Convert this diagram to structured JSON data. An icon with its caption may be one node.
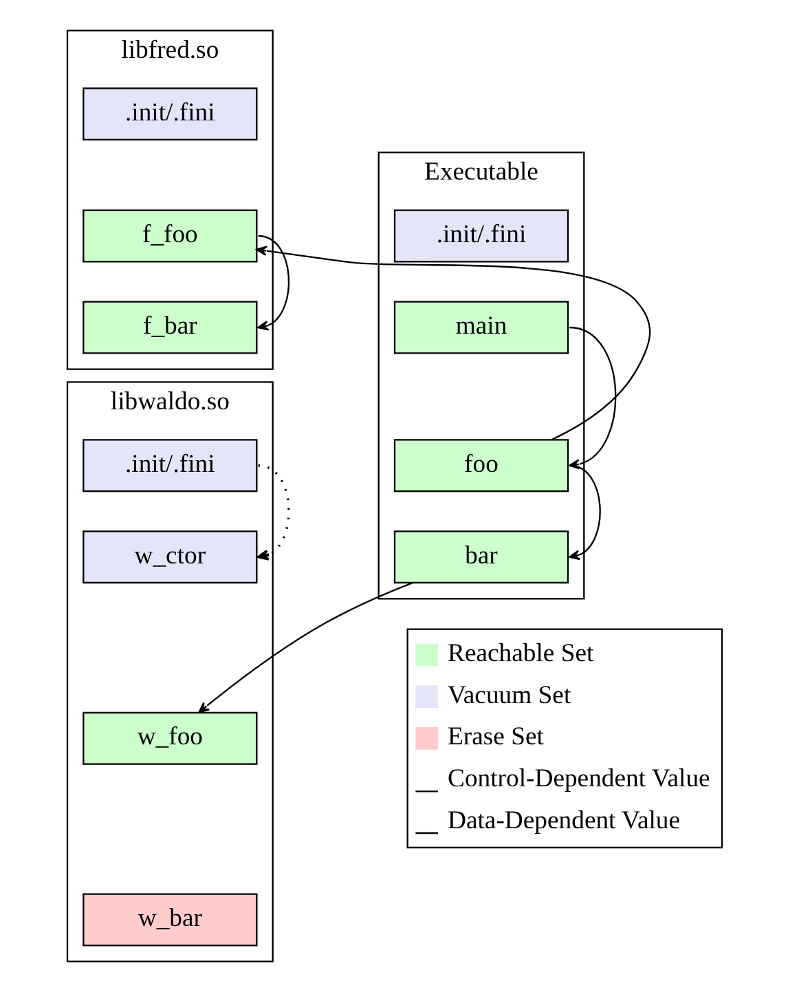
{
  "diagram": {
    "nodes": [
      {
        "text": [
          "Executable"
        ]
      },
      {
        "text": [
          ".init/.fini"
        ],
        "in": 0
      },
      {
        "text": [
          "main"
        ],
        "in": 0
      },
      {
        "text": [
          "foo"
        ],
        "in": 0
      },
      {
        "text": [
          "bar"
        ],
        "in": 0
      },
      {
        "text": [
          "libfred.so"
        ]
      },
      {
        "text": [
          ".init/.fini"
        ],
        "in": 5
      },
      {
        "text": [
          "f_foo"
        ],
        "in": 5
      },
      {
        "text": [
          "f_bar"
        ],
        "in": 5
      },
      {
        "text": [
          "libwaldo.so"
        ]
      },
      {
        "text": [
          ".init/.fini"
        ],
        "in": 9
      },
      {
        "text": [
          "w_ctor"
        ],
        "in": 9
      },
      {
        "text": [
          "w_foo"
        ],
        "in": 9
      },
      {
        "text": [
          "w_bar"
        ],
        "in": 9
      }
    ],
    "edges": [
      {
        "from": 2,
        "to": 3,
        "arrow": "to"
      },
      {
        "from": 3,
        "to": 4,
        "arrow": "to"
      },
      {
        "from": 3,
        "to": 7,
        "arrow": "to"
      },
      {
        "from": 7,
        "to": 8,
        "arrow": "to"
      },
      {
        "from": 4,
        "to": 12,
        "arrow": "to"
      },
      {
        "from": 10,
        "to": 11,
        "arrow": "to",
        "style": "dashed"
      }
    ],
    "legend": [
      {
        "text": "Reachable Set",
        "color": "#ccffcc"
      },
      {
        "text": "Vacuum Set",
        "color": "#e5e5fa"
      },
      {
        "text": "Erase Set",
        "color": "#ffcccc"
      },
      {
        "text": "Control-Dependent Value"
      },
      {
        "text": "Data-Dependent Value"
      }
    ]
  }
}
